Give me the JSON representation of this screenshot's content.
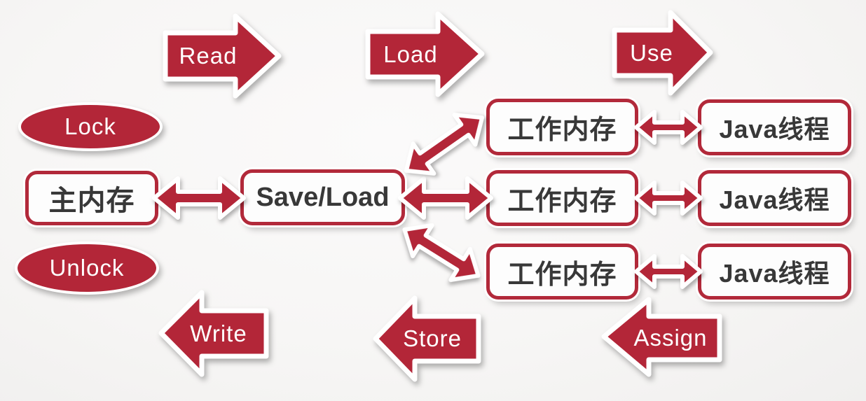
{
  "colors": {
    "red": "#b32638",
    "box_border_red": "#b2293a",
    "node_text": "#383838",
    "arrow_text": "#ffffff",
    "background": "#f7f6f5"
  },
  "nodes": {
    "main_memory": "主内存",
    "save_load": "Save/Load",
    "work_memory": [
      "工作内存",
      "工作内存",
      "工作内存"
    ],
    "java_thread": [
      "Java线程",
      "Java线程",
      "Java线程"
    ]
  },
  "operations": {
    "read": "Read",
    "load": "Load",
    "use": "Use",
    "write": "Write",
    "store": "Store",
    "assign": "Assign",
    "lock": "Lock",
    "unlock": "Unlock"
  }
}
